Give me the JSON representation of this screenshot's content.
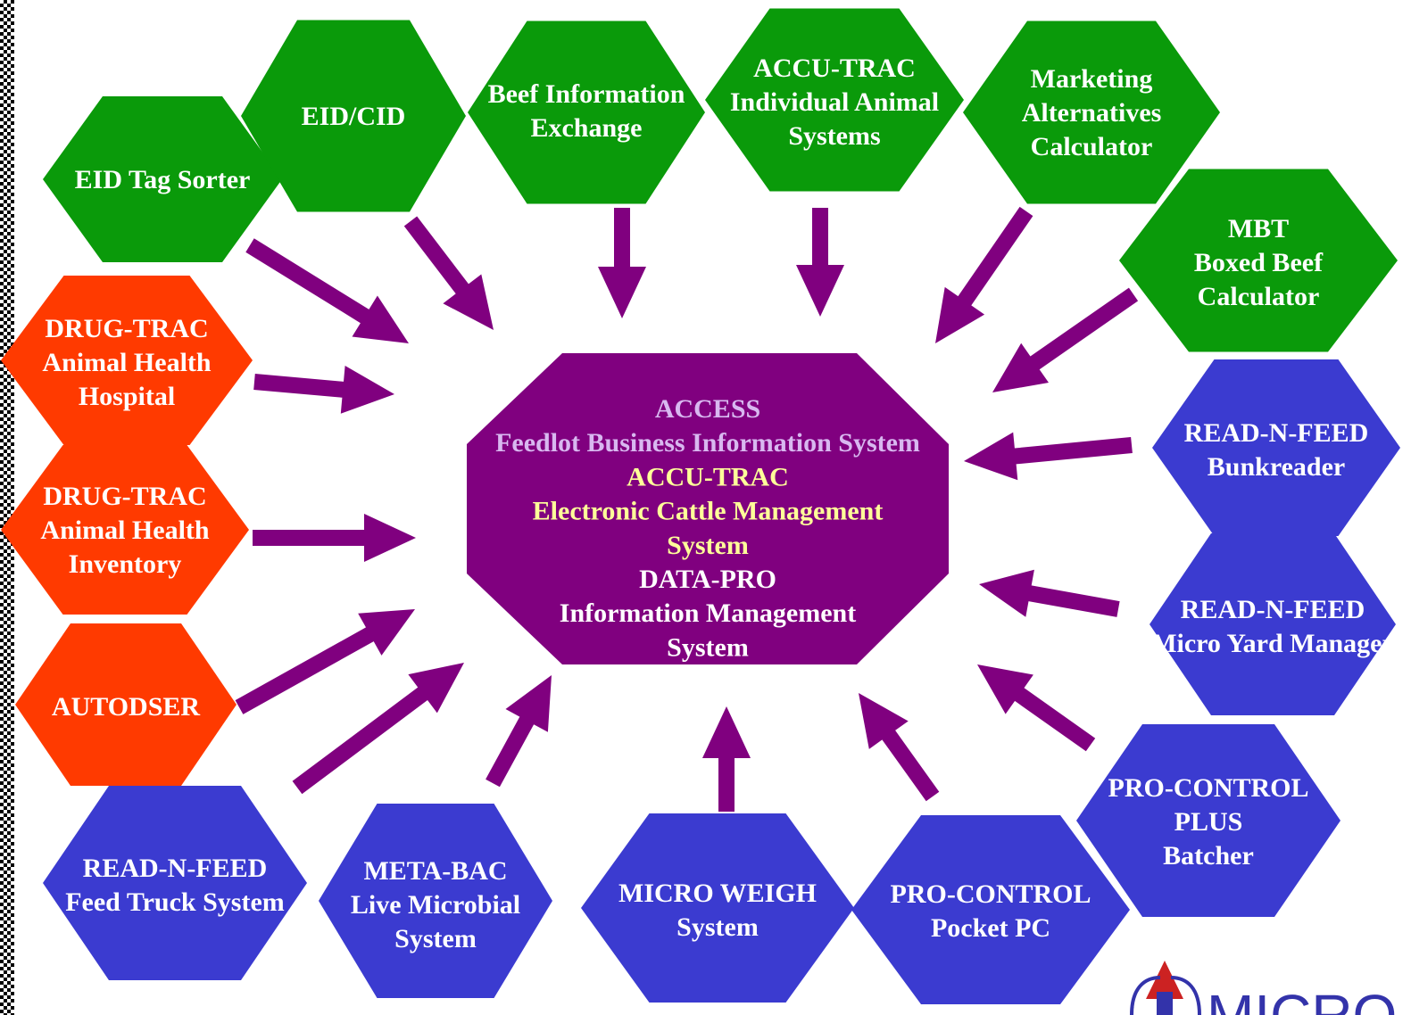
{
  "colors": {
    "green": "#0A9A0A",
    "red": "#FF3A00",
    "blue": "#3B3BD0",
    "purple": "#80007F",
    "text_white": "#FFFFFF",
    "text_lavender": "#D8B8F0",
    "text_yellow": "#FFFF99"
  },
  "center": {
    "groups": [
      {
        "color": "text_lavender",
        "lines": [
          "ACCESS",
          "Feedlot Business Information System"
        ]
      },
      {
        "color": "text_yellow",
        "lines": [
          "ACCU-TRAC",
          "Electronic Cattle Management",
          "System"
        ]
      },
      {
        "color": "text_white",
        "lines": [
          "DATA-PRO",
          "Information Management",
          "System"
        ]
      }
    ]
  },
  "nodes": [
    {
      "id": "eid-tag-sorter",
      "color": "green",
      "lines": [
        "EID Tag Sorter"
      ]
    },
    {
      "id": "eid-cid",
      "color": "green",
      "lines": [
        "EID/CID"
      ]
    },
    {
      "id": "beef-information-exchange",
      "color": "green",
      "lines": [
        "Beef  Information",
        "Exchange"
      ]
    },
    {
      "id": "accu-trac-individual",
      "color": "green",
      "lines": [
        "ACCU-TRAC",
        "Individual Animal",
        "Systems"
      ]
    },
    {
      "id": "marketing-alternatives",
      "color": "green",
      "lines": [
        "Marketing",
        "Alternatives",
        "Calculator"
      ]
    },
    {
      "id": "mbt-boxed-beef",
      "color": "green",
      "lines": [
        "MBT",
        "Boxed Beef",
        "Calculator"
      ]
    },
    {
      "id": "drug-trac-hospital",
      "color": "red",
      "lines": [
        "DRUG-TRAC",
        "Animal Health",
        "Hospital"
      ]
    },
    {
      "id": "drug-trac-inventory",
      "color": "red",
      "lines": [
        "DRUG-TRAC",
        "Animal Health",
        "Inventory"
      ]
    },
    {
      "id": "autodser",
      "color": "red",
      "lines": [
        "AUTODSER"
      ]
    },
    {
      "id": "read-n-feed-bunkreader",
      "color": "blue",
      "lines": [
        "READ-N-FEED",
        "Bunkreader"
      ]
    },
    {
      "id": "read-n-feed-micro-yard",
      "color": "blue",
      "lines": [
        "READ-N-FEED",
        "Micro Yard Manager"
      ]
    },
    {
      "id": "pro-control-plus-batcher",
      "color": "blue",
      "lines": [
        "PRO-CONTROL",
        "PLUS",
        "Batcher"
      ]
    },
    {
      "id": "pro-control-pocket-pc",
      "color": "blue",
      "lines": [
        "PRO-CONTROL",
        "Pocket PC"
      ]
    },
    {
      "id": "micro-weigh",
      "color": "blue",
      "lines": [
        "MICRO WEIGH",
        "System"
      ]
    },
    {
      "id": "meta-bac",
      "color": "blue",
      "lines": [
        "META-BAC",
        "Live Microbial",
        "System"
      ]
    },
    {
      "id": "read-n-feed-feed-truck",
      "color": "blue",
      "lines": [
        "READ-N-FEED",
        "Feed Truck System"
      ]
    }
  ],
  "logo": {
    "color": "#CC2222",
    "outline": "#3333AA",
    "text": "MICRO"
  }
}
